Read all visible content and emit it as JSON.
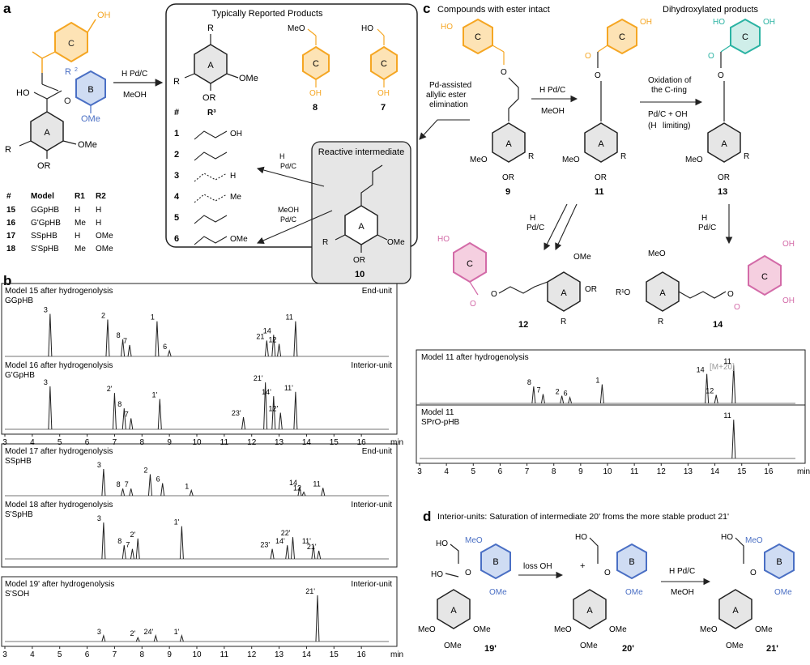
{
  "panel_a": {
    "letter": "a",
    "box_title": "Typically Reported Products",
    "reactive_title": "Reactive intermediate",
    "cond_h2": "H",
    "cond_pdc": "Pd/C",
    "cond_meoh": "MeOH",
    "cond_h2pdc": "H",
    "ring_a": "A",
    "ring_b": "B",
    "ring_c": "C",
    "oh": "OH",
    "ho": "HO",
    "ome": "OMe",
    "meo": "MeO",
    "or1": "OR",
    "r2": "R",
    "r3": "R",
    "cpd8": "8",
    "cpd7": "7",
    "cpd10": "10",
    "prod_hash": "#",
    "products": [
      {
        "n": "1",
        "label": "OH"
      },
      {
        "n": "2",
        "label": ""
      },
      {
        "n": "3",
        "label": "H"
      },
      {
        "n": "4",
        "label": "Me"
      },
      {
        "n": "5",
        "label": ""
      },
      {
        "n": "6",
        "label": "OMe"
      }
    ],
    "model_table": {
      "headers": [
        "#",
        "Model",
        "R1",
        "R2"
      ],
      "rows": [
        [
          "15",
          "GGpHB",
          "H",
          "H"
        ],
        [
          "16",
          "G'GpHB",
          "Me",
          "H"
        ],
        [
          "17",
          "SSpHB",
          "H",
          "OMe"
        ],
        [
          "18",
          "S'SpHB",
          "Me",
          "OMe"
        ]
      ]
    }
  },
  "panel_b": {
    "letter": "b",
    "axis_ticks": [
      "3",
      "4",
      "5",
      "6",
      "7",
      "8",
      "9",
      "10",
      "11",
      "12",
      "13",
      "14",
      "15",
      "16"
    ],
    "axis_unit": "min",
    "traces": [
      {
        "title": "Model 15 after hydrogenolysis",
        "sub": "GGpHB",
        "right": "End-unit",
        "peaks": [
          {
            "t": 4.65,
            "h": 0.75,
            "l": "3"
          },
          {
            "t": 6.75,
            "h": 0.65,
            "l": "2"
          },
          {
            "t": 7.3,
            "h": 0.3,
            "l": "8"
          },
          {
            "t": 7.55,
            "h": 0.2,
            "l": "7"
          },
          {
            "t": 8.55,
            "h": 0.62,
            "l": "1"
          },
          {
            "t": 9.0,
            "h": 0.1,
            "l": "6"
          },
          {
            "t": 12.55,
            "h": 0.28,
            "l": "21"
          },
          {
            "t": 12.8,
            "h": 0.38,
            "l": "14"
          },
          {
            "t": 13.0,
            "h": 0.22,
            "l": "12"
          },
          {
            "t": 13.6,
            "h": 0.62,
            "l": "11"
          }
        ]
      },
      {
        "title": "Model 16 after hydrogenolysis",
        "sub": "G'GpHB",
        "right": "Interior-unit",
        "peaks": [
          {
            "t": 4.65,
            "h": 0.78,
            "l": "3"
          },
          {
            "t": 7.0,
            "h": 0.66,
            "l": "2'"
          },
          {
            "t": 7.35,
            "h": 0.38,
            "l": "8"
          },
          {
            "t": 7.6,
            "h": 0.2,
            "l": "7"
          },
          {
            "t": 8.65,
            "h": 0.55,
            "l": "1'"
          },
          {
            "t": 11.7,
            "h": 0.22,
            "l": "23'"
          },
          {
            "t": 12.5,
            "h": 0.85,
            "l": "21'"
          },
          {
            "t": 12.8,
            "h": 0.6,
            "l": "14'"
          },
          {
            "t": 13.05,
            "h": 0.3,
            "l": "12'"
          },
          {
            "t": 13.6,
            "h": 0.68,
            "l": "11'"
          }
        ]
      },
      {
        "title": "Model 17 after hydrogenolysis",
        "sub": "SSpHB",
        "right": "End-unit",
        "peaks": [
          {
            "t": 6.6,
            "h": 0.75,
            "l": "3"
          },
          {
            "t": 7.3,
            "h": 0.2,
            "l": "8"
          },
          {
            "t": 7.6,
            "h": 0.2,
            "l": "7"
          },
          {
            "t": 8.3,
            "h": 0.6,
            "l": "2"
          },
          {
            "t": 8.75,
            "h": 0.35,
            "l": "6"
          },
          {
            "t": 9.8,
            "h": 0.15,
            "l": "1"
          },
          {
            "t": 13.75,
            "h": 0.25,
            "l": "14"
          },
          {
            "t": 13.9,
            "h": 0.1,
            "l": "12"
          },
          {
            "t": 14.6,
            "h": 0.22,
            "l": "11"
          }
        ]
      },
      {
        "title": "Model 18 after hydrogenolysis",
        "sub": "S'SpHB",
        "right": "Interior-unit",
        "peaks": [
          {
            "t": 6.6,
            "h": 0.8,
            "l": "3"
          },
          {
            "t": 7.35,
            "h": 0.3,
            "l": "8"
          },
          {
            "t": 7.65,
            "h": 0.22,
            "l": "7"
          },
          {
            "t": 7.85,
            "h": 0.45,
            "l": "2'"
          },
          {
            "t": 9.45,
            "h": 0.72,
            "l": "1'"
          },
          {
            "t": 12.75,
            "h": 0.22,
            "l": "23'"
          },
          {
            "t": 13.3,
            "h": 0.3,
            "l": "14'"
          },
          {
            "t": 13.5,
            "h": 0.48,
            "l": "22'"
          },
          {
            "t": 14.25,
            "h": 0.3,
            "l": "11'"
          },
          {
            "t": 14.45,
            "h": 0.18,
            "l": "21'"
          }
        ]
      },
      {
        "title": "Model 19' after hydrogenolysis",
        "sub": "S'SOH",
        "right": "Interior-unit",
        "peaks": [
          {
            "t": 6.6,
            "h": 0.12,
            "l": "3"
          },
          {
            "t": 7.85,
            "h": 0.08,
            "l": "2'"
          },
          {
            "t": 8.5,
            "h": 0.12,
            "l": "24'"
          },
          {
            "t": 9.45,
            "h": 0.12,
            "l": "1'"
          },
          {
            "t": 14.4,
            "h": 0.95,
            "l": "21'"
          }
        ]
      }
    ]
  },
  "panel_c": {
    "letter": "c",
    "title_left": "Compounds with ester intact",
    "title_right": "Dihydroxylated products",
    "elim_text": [
      "Pd-assisted",
      "allylic ester",
      "elimination"
    ],
    "cond1": [
      "H",
      "Pd/C",
      "MeOH"
    ],
    "cond2": [
      "Oxidation of",
      "the C-ring"
    ],
    "cond3": [
      "Pd/C + OH",
      "(H",
      "limiting)"
    ],
    "cpd9": "9",
    "cpd11": "11",
    "cpd13": "13",
    "cpd12": "12",
    "cpd14": "14",
    "h2pdc": [
      "H",
      "Pd/C"
    ],
    "chrom1": {
      "title": "Model 11 after hydrogenolysis",
      "annot": "[M+20]",
      "peaks": [
        {
          "t": 7.25,
          "h": 0.4,
          "l": "8"
        },
        {
          "t": 7.6,
          "h": 0.22,
          "l": "7"
        },
        {
          "t": 8.3,
          "h": 0.18,
          "l": "2"
        },
        {
          "t": 8.6,
          "h": 0.14,
          "l": "6"
        },
        {
          "t": 9.8,
          "h": 0.45,
          "l": "1"
        },
        {
          "t": 13.7,
          "h": 0.7,
          "l": "14"
        },
        {
          "t": 14.05,
          "h": 0.2,
          "l": "12"
        },
        {
          "t": 14.7,
          "h": 0.9,
          "l": "11"
        }
      ]
    },
    "chrom2": {
      "title": "Model 11",
      "sub": "SPrO-pHB",
      "peaks": [
        {
          "t": 14.7,
          "h": 0.92,
          "l": "11"
        }
      ]
    },
    "axis_ticks": [
      "3",
      "4",
      "5",
      "6",
      "7",
      "8",
      "9",
      "10",
      "11",
      "12",
      "13",
      "14",
      "15",
      "16"
    ],
    "axis_unit": "min"
  },
  "panel_d": {
    "letter": "d",
    "title": "Interior-units: Saturation of intermediate 20' froms the more stable product 21'",
    "loss": "loss OH",
    "cond": [
      "H",
      "Pd/C",
      "MeOH"
    ],
    "cpd19": "19'",
    "cpd20": "20'",
    "cpd21": "21'"
  },
  "colors": {
    "orange": "#f5a623",
    "orange_fill": "#fde3b5",
    "blue": "#4a6fc4",
    "blue_fill": "#cfdcf3",
    "teal": "#2bb3a3",
    "teal_fill": "#cfeee9",
    "pink": "#d36ba8",
    "pink_fill": "#f5cfe0",
    "grey_fill": "#e6e6e6"
  }
}
